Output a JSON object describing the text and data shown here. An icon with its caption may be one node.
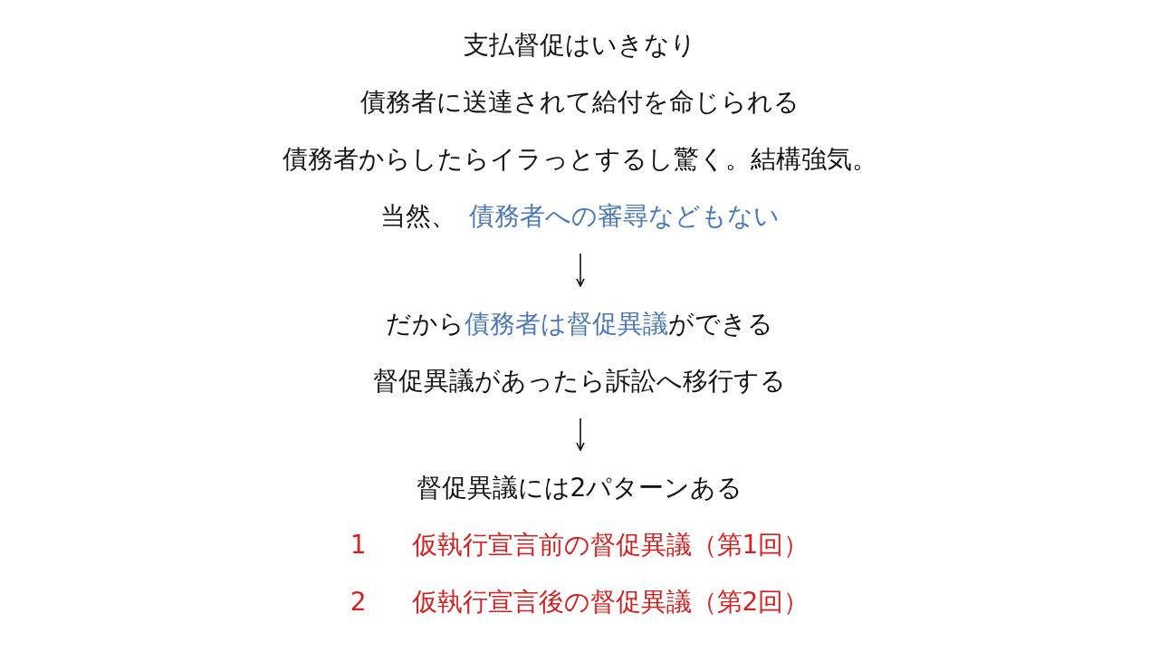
{
  "diagram": {
    "nodes": [
      {
        "text": [
          "支払督促はいきなり",
          "債務者に送達されて給付を命じられる",
          "債務者からしたらイラっとするし驚く。結構強気。",
          "当然、",
          "債務者への審尋などもない"
        ]
      },
      {
        "text": [
          "だから",
          "債務者は督促異議",
          "ができる",
          "督促異議があったら訴訟へ移行する"
        ]
      },
      {
        "text": [
          "督促異議には2パターンある",
          "1",
          "仮執行宣言前の督促異議（第1回）",
          "2",
          "仮執行宣言後の督促異議（第2回）"
        ]
      }
    ],
    "edges": [
      {
        "from": 0,
        "to": 1,
        "arrow": "to"
      },
      {
        "from": 1,
        "to": 2,
        "arrow": "to"
      }
    ]
  }
}
